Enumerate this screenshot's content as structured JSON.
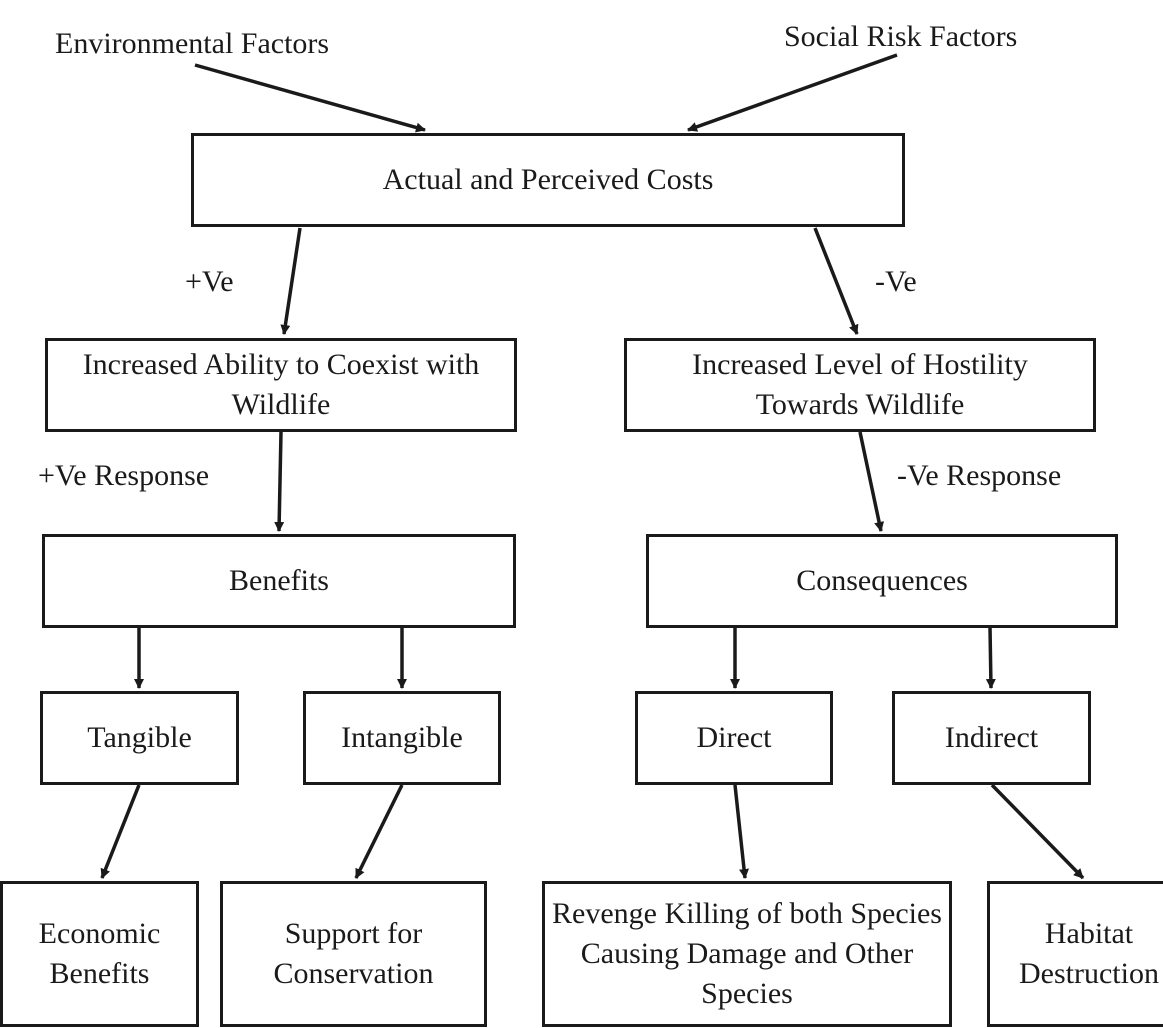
{
  "inputs": {
    "environmental": "Environmental Factors",
    "social": "Social Risk Factors"
  },
  "costs": "Actual and Perceived Costs",
  "positive": {
    "label": "+Ve",
    "box": "Increased Ability to Coexist with Wildlife",
    "response": "+Ve Response",
    "result": "Benefits",
    "branches": {
      "tangible": "Tangible",
      "intangible": "Intangible"
    },
    "outcomes": {
      "economic": "Economic Benefits",
      "support": "Support for Conservation"
    }
  },
  "negative": {
    "label": "-Ve",
    "box": "Increased Level of Hostility Towards Wildlife",
    "response": "-Ve Response",
    "result": "Consequences",
    "branches": {
      "direct": "Direct",
      "indirect": "Indirect"
    },
    "outcomes": {
      "revenge": "Revenge Killing of both Species Causing Damage and Other Species",
      "habitat": "Habitat Destruction"
    }
  },
  "colors": {
    "stroke": "#1a1a1a",
    "background": "#ffffff"
  }
}
